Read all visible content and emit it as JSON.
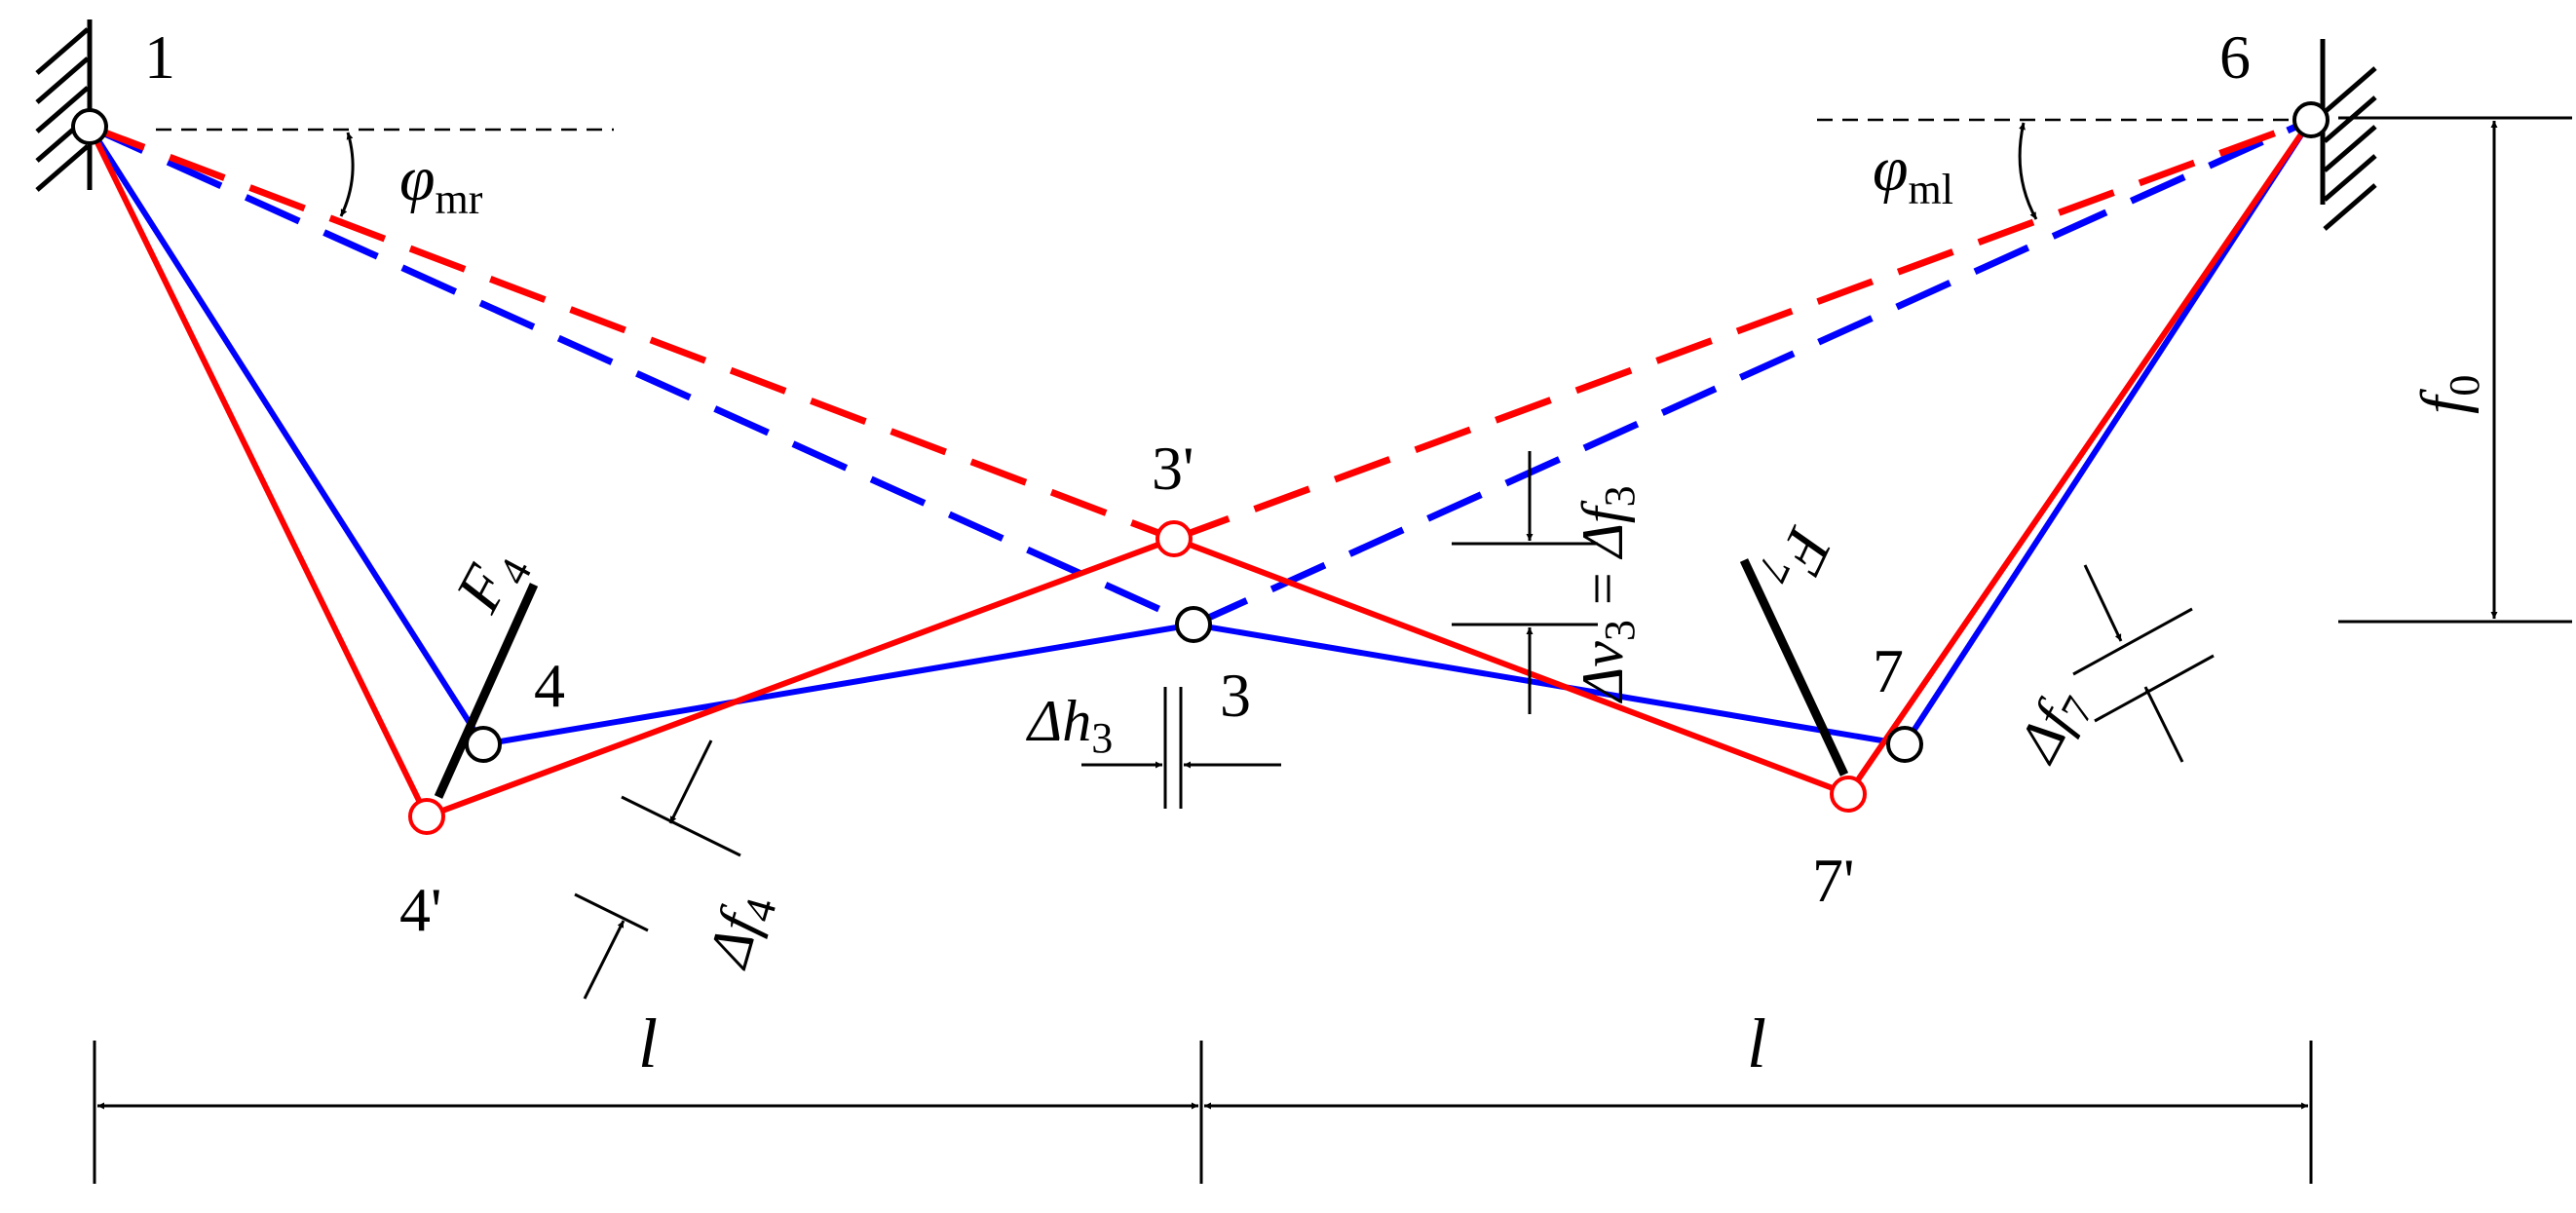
{
  "colors": {
    "initial": "#0000ff",
    "deformed": "#ff0000",
    "annotation": "#000000"
  },
  "nodes": {
    "n1": "1",
    "n6": "6",
    "n3": "3",
    "n3p": "3'",
    "n4": "4",
    "n4p": "4'",
    "n7": "7",
    "n7p": "7'"
  },
  "labels": {
    "phi": "φ",
    "phi_mr_sub": "mr",
    "phi_ml_sub": "ml",
    "f0_main": "f",
    "f0_sub": "0",
    "F4_main": "F",
    "F4_sub": "4",
    "F7_main": "F",
    "F7_sub": "7",
    "dh3_main": "Δh",
    "dh3_sub": "3",
    "dv3_main": "Δv",
    "dv3_sub": "3",
    "eq": " = ",
    "df3_main": "Δf",
    "df3_sub": "3",
    "df4_main": "Δf",
    "df4_sub": "4",
    "df7_main": "Δf",
    "df7_sub": "7",
    "span_left": "l",
    "span_right": "l"
  }
}
